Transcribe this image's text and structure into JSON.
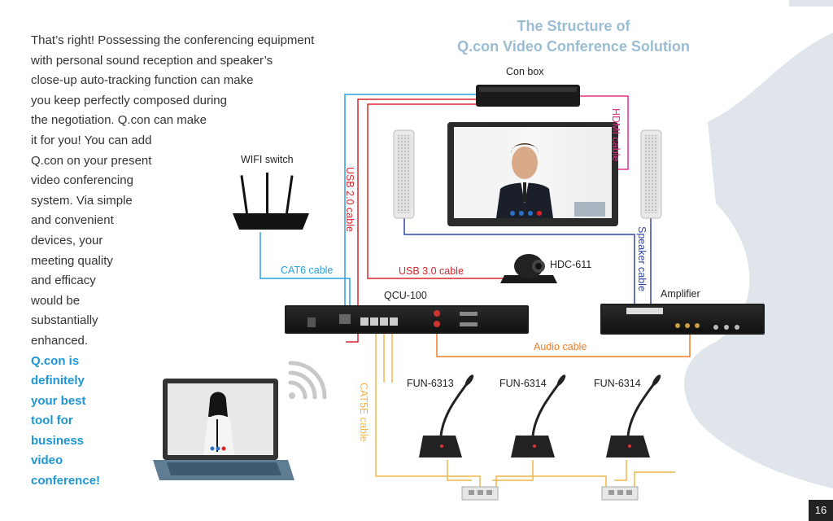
{
  "intro": {
    "lines": [
      "That’s right! Possessing the conferencing equipment",
      "with personal sound reception and speaker’s",
      "close-up auto-tracking function can make",
      "you keep perfectly composed during",
      "the negotiation. Q.con can make",
      "it for you! You can add",
      "Q.con on your present",
      "video conferencing",
      "system. Via simple",
      "and convenient",
      "devices, your",
      "meeting quality",
      "and efficacy",
      "would be",
      "substantially",
      "enhanced."
    ],
    "highlight_lines": [
      "Q.con is",
      "definitely",
      "your best",
      "tool for",
      "business",
      "video",
      "conference!"
    ]
  },
  "title": {
    "line1": "The Structure of",
    "line2": "Q.con Video Conference Solution"
  },
  "devices": {
    "con_box": "Con box",
    "wifi": "WIFI switch",
    "qcu": "QCU-100",
    "hdc": "HDC-611",
    "amplifier": "Amplifier",
    "mic1": "FUN-6313",
    "mic2": "FUN-6314",
    "mic3": "FUN-6314"
  },
  "cables": {
    "hdmi": "HDMI cable",
    "usb2": "USB 2.0 cable",
    "usb3": "USB 3.0 cable",
    "cat6": "CAT6 cable",
    "speaker": "Speaker cable",
    "audio": "Audio cable",
    "cat5e": "CAT5E cable"
  },
  "colors": {
    "blue": "#2aa0e0",
    "red": "#d8262e",
    "magenta": "#e0338a",
    "navy": "#3247a0",
    "orange": "#ef7d27",
    "yellow": "#f2b54a",
    "highlight": "#1e96d3",
    "title": "#9bbdd3"
  },
  "page_number": "16"
}
